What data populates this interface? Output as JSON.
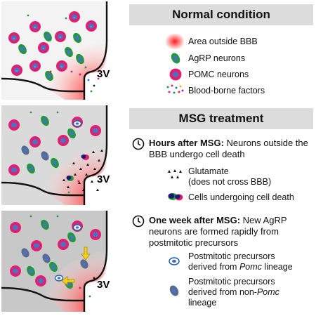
{
  "panels": [
    {
      "title": "Normal condition",
      "ventricle_label": "3V",
      "legend": [
        {
          "icon": "red-gradient-area-icon",
          "label": "Area outside BBB"
        },
        {
          "icon": "agrp-neuron-icon",
          "label": "AgRP neurons"
        },
        {
          "icon": "pomc-neuron-icon",
          "label": "POMC neurons"
        },
        {
          "icon": "colored-dots-icon",
          "label": "Blood-borne factors"
        }
      ]
    },
    {
      "title": "MSG treatment",
      "ventricle_label": "3V",
      "step_bold": "Hours after MSG:",
      "step_text": " Neurons outside the BBB undergo cell death",
      "legend": [
        {
          "icon": "glutamate-triangles-icon",
          "label_line1": "Glutamate",
          "label_line2": "(does not cross BBB)"
        },
        {
          "icon": "dying-cells-icon",
          "label": "Cells undergoing cell death"
        }
      ]
    },
    {
      "ventricle_label": "3V",
      "step_bold": "One week after MSG:",
      "step_text": " New AgRP neurons are formed rapidly from postmitotic precursors",
      "legend": [
        {
          "icon": "pomc-precursor-icon",
          "label_line1": "Postmitotic precursors",
          "label_line2_prefix": "derived from ",
          "label_line2_italic": "Pomc",
          "label_line2_suffix": " lineage"
        },
        {
          "icon": "non-pomc-precursor-icon",
          "label_line1": "Postmitotic precursors",
          "label_line2_prefix": "derived from non-",
          "label_line2_italic": "Pomc",
          "label_line3": "lineage"
        }
      ]
    }
  ],
  "colors": {
    "panel1_bg": "#f3f3f3",
    "panel2_bg": "#dadada",
    "panel3_bg": "#c8c8c8",
    "pomc": "#e0206e",
    "agrp": "#1f9a3a",
    "nucleus": "#4a72c4",
    "precursor_nonpomc": "#5a78b6",
    "arrow": "#f2d21a"
  }
}
